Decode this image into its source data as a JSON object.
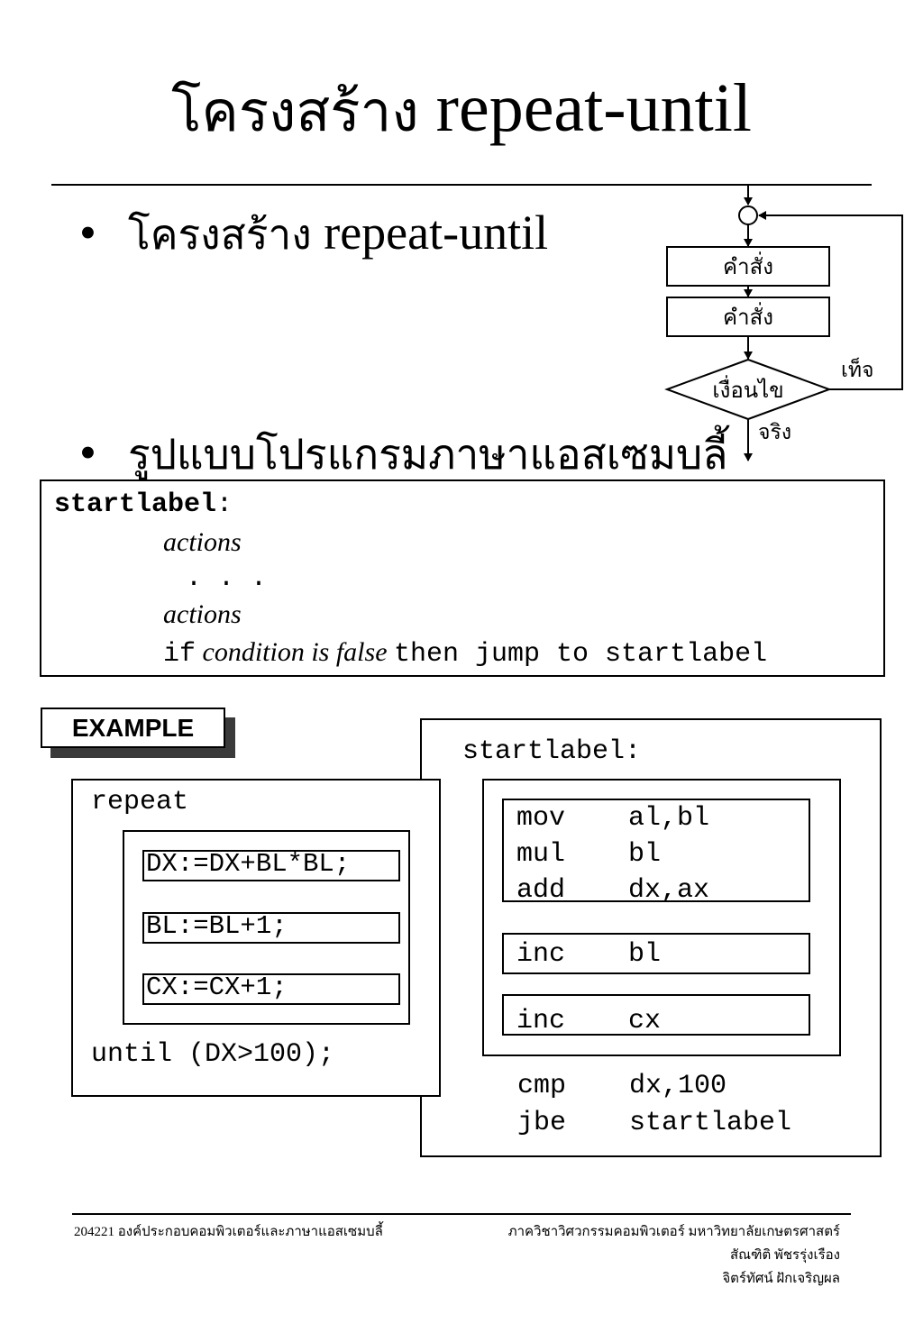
{
  "title": {
    "thai": "โครงสร้าง",
    "latin": "repeat-until"
  },
  "bullets": [
    {
      "thai": "โครงสร้าง",
      "latin": "repeat-until"
    },
    {
      "thai": "รูปแบบโปรแกรมภาษาแอสเซมบลี้",
      "latin": ""
    }
  ],
  "flowchart": {
    "step1": "คำสั่ง",
    "step2": "คำสั่ง",
    "condition": "เงื่อนไข",
    "false_label": "เท็จ",
    "true_label": "จริง"
  },
  "syntax": {
    "label": "startlabel",
    "colon": ":",
    "action1": "actions",
    "dots": ". . .",
    "action2": "actions",
    "if_kw": "if",
    "condition": "condition is false",
    "then_part": "then jump to startlabel"
  },
  "example": {
    "tag": "EXAMPLE",
    "pascal": {
      "repeat": "repeat",
      "lines": [
        "DX:=DX+BL*BL;",
        "BL:=BL+1;",
        "CX:=CX+1;"
      ],
      "until": "until (DX>100);"
    },
    "asm": {
      "label": "startlabel:",
      "block1": [
        {
          "op": "mov",
          "arg": "al,bl"
        },
        {
          "op": "mul",
          "arg": "bl"
        },
        {
          "op": "add",
          "arg": "dx,ax"
        }
      ],
      "block2": {
        "op": "inc",
        "arg": "bl"
      },
      "block3": {
        "op": "inc",
        "arg": "cx"
      },
      "tail": [
        {
          "op": "cmp",
          "arg": "dx,100"
        },
        {
          "op": "jbe",
          "arg": "startlabel"
        }
      ]
    }
  },
  "footer": {
    "left": "204221  องค์ประกอบคอมพิวเตอร์และภาษาแอสเซมบลี้",
    "right_lines": [
      "ภาควิชาวิศวกรรมคอมพิวเตอร์ มหาวิทยาลัยเกษตรศาสตร์",
      "สัณฑิติ  พัชรรุ่งเรือง",
      "จิตร์ทัศน์  ฝักเจริญผล"
    ]
  }
}
